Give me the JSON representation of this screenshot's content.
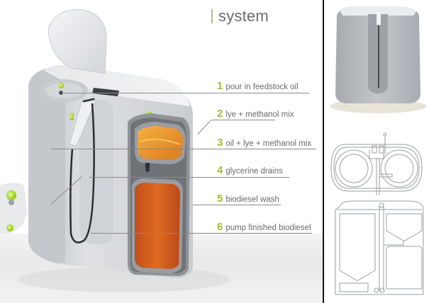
{
  "title": "system",
  "colors": {
    "accent_green": "#9cbf2e",
    "title_bar": "#b7bd8a",
    "text_gray": "#6a6a6a",
    "body_gray": "#d8dadd",
    "oil_orange": "#d9641c",
    "mix_orange": "#f0a030",
    "divider": "#111111"
  },
  "callouts": [
    {
      "number": "1",
      "label": "pour in feedstock oil"
    },
    {
      "number": "2",
      "label": "lye + methanol mix"
    },
    {
      "number": "3",
      "label": "oil + lye + methanol mix"
    },
    {
      "number": "4",
      "label": "glycerine drains"
    },
    {
      "number": "5",
      "label": "biodiesel wash"
    },
    {
      "number": "6",
      "label": "pump finished biodiesel"
    }
  ],
  "side_views": [
    {
      "name": "front-render",
      "description": "front view render"
    },
    {
      "name": "top-section",
      "description": "top cross-section drawing"
    },
    {
      "name": "front-section",
      "description": "front cross-section drawing"
    }
  ]
}
